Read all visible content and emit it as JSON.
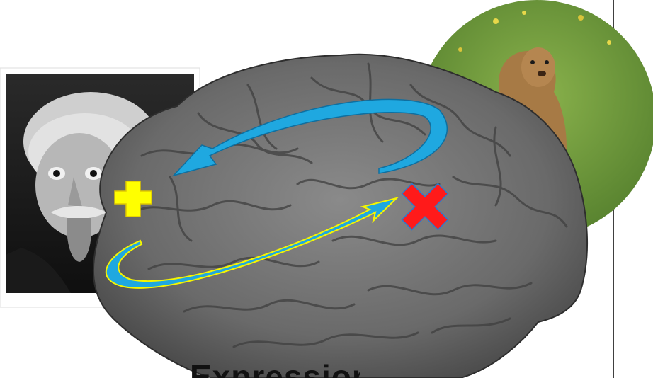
{
  "scene": {
    "background": "#ffffff",
    "colors": {
      "brain": "#6f6f6f",
      "brain_fold": "#4a4a4a",
      "arrow_blue": "#1fa8e0",
      "arrow_outline_yellow": "#f5f500",
      "plus_yellow": "#ffff00",
      "cross_red": "#ff1a1a",
      "cross_outline": "#2a7bd0",
      "grass": "#6f9b3a",
      "marmot": "#a77a45"
    },
    "elements": {
      "left_photo": "einstein-photo",
      "right_photo": "marmot-photo",
      "center": "brain-lateral-view",
      "symbols": [
        "plus-icon",
        "cross-icon"
      ],
      "arrows": [
        "upper-arrow",
        "lower-arrow"
      ]
    },
    "caption": "Expression"
  }
}
